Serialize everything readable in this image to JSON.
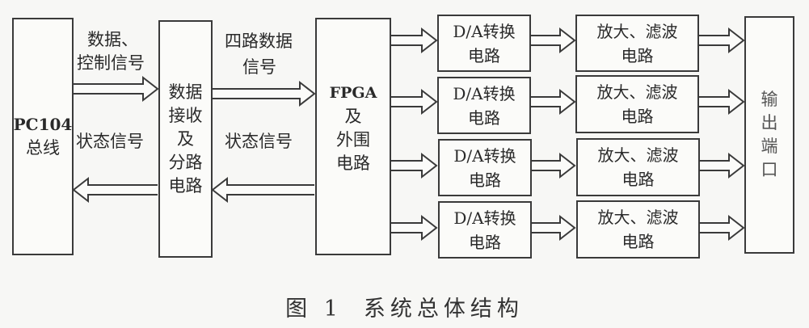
{
  "blocks": {
    "pc104": {
      "lines": [
        "PC104",
        "总线"
      ]
    },
    "receiver": {
      "lines": [
        "数据",
        "接收",
        "及",
        "分路",
        "电路"
      ]
    },
    "fpga": {
      "lines": [
        "FPGA",
        "及",
        "外围",
        "电路"
      ]
    },
    "da": [
      {
        "line1": "D/A转换",
        "line2": "电路"
      },
      {
        "line1": "D/A转换",
        "line2": "电路"
      },
      {
        "line1": "D/A转换",
        "line2": "电路"
      },
      {
        "line1": "D/A转换",
        "line2": "电路"
      }
    ],
    "filter": [
      {
        "line1": "放大、滤波",
        "line2": "电路"
      },
      {
        "line1": "放大、滤波",
        "line2": "电路"
      },
      {
        "line1": "放大、滤波",
        "line2": "电路"
      },
      {
        "line1": "放大、滤波",
        "line2": "电路"
      }
    ],
    "output": {
      "lines": [
        "输",
        "出",
        "端",
        "口"
      ]
    }
  },
  "labels": {
    "pc_to_rx": [
      "数据、",
      "控制信号"
    ],
    "rx_to_pc": "状态信号",
    "rx_to_fpga": [
      "四路数据",
      "信号"
    ],
    "fpga_to_rx": "状态信号"
  },
  "caption": {
    "figure": "图 1",
    "title": "系统总体结构"
  }
}
